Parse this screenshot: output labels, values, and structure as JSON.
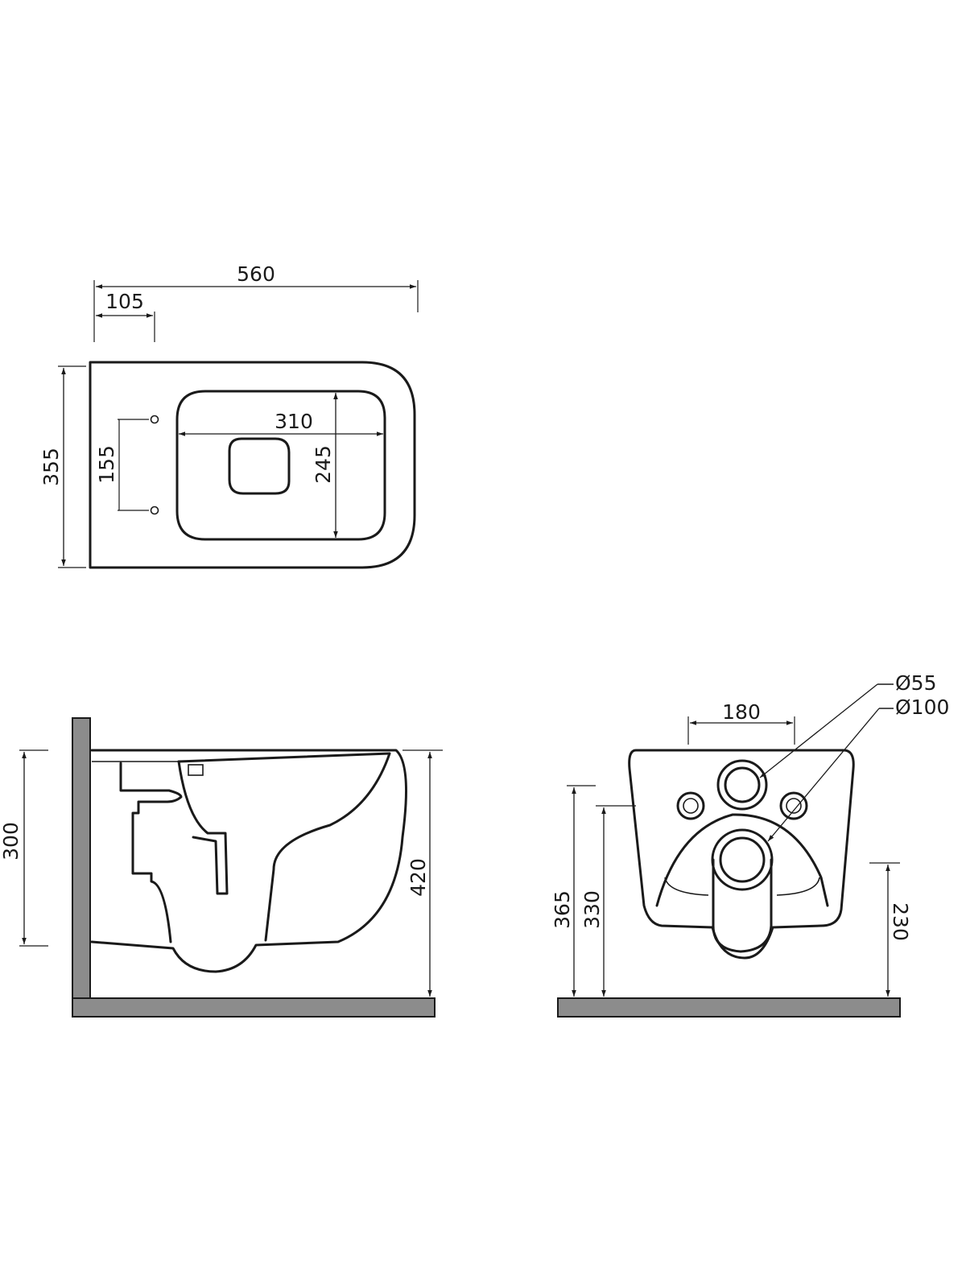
{
  "top_view": {
    "overall_length": "560",
    "hole_offset": "105",
    "overall_width": "355",
    "hole_spacing": "155",
    "bowl_length": "310",
    "bowl_width": "245"
  },
  "side_view": {
    "inlet_height": "300",
    "total_height": "420"
  },
  "back_view": {
    "bolt_spacing": "180",
    "inlet_diameter": "Ø55",
    "outlet_diameter": "Ø100",
    "top_height": "365",
    "inlet_height": "330",
    "outlet_height": "230"
  },
  "colors": {
    "line": "#1a1a1a",
    "wall_floor": "#8c8c8c",
    "background": "#ffffff"
  }
}
